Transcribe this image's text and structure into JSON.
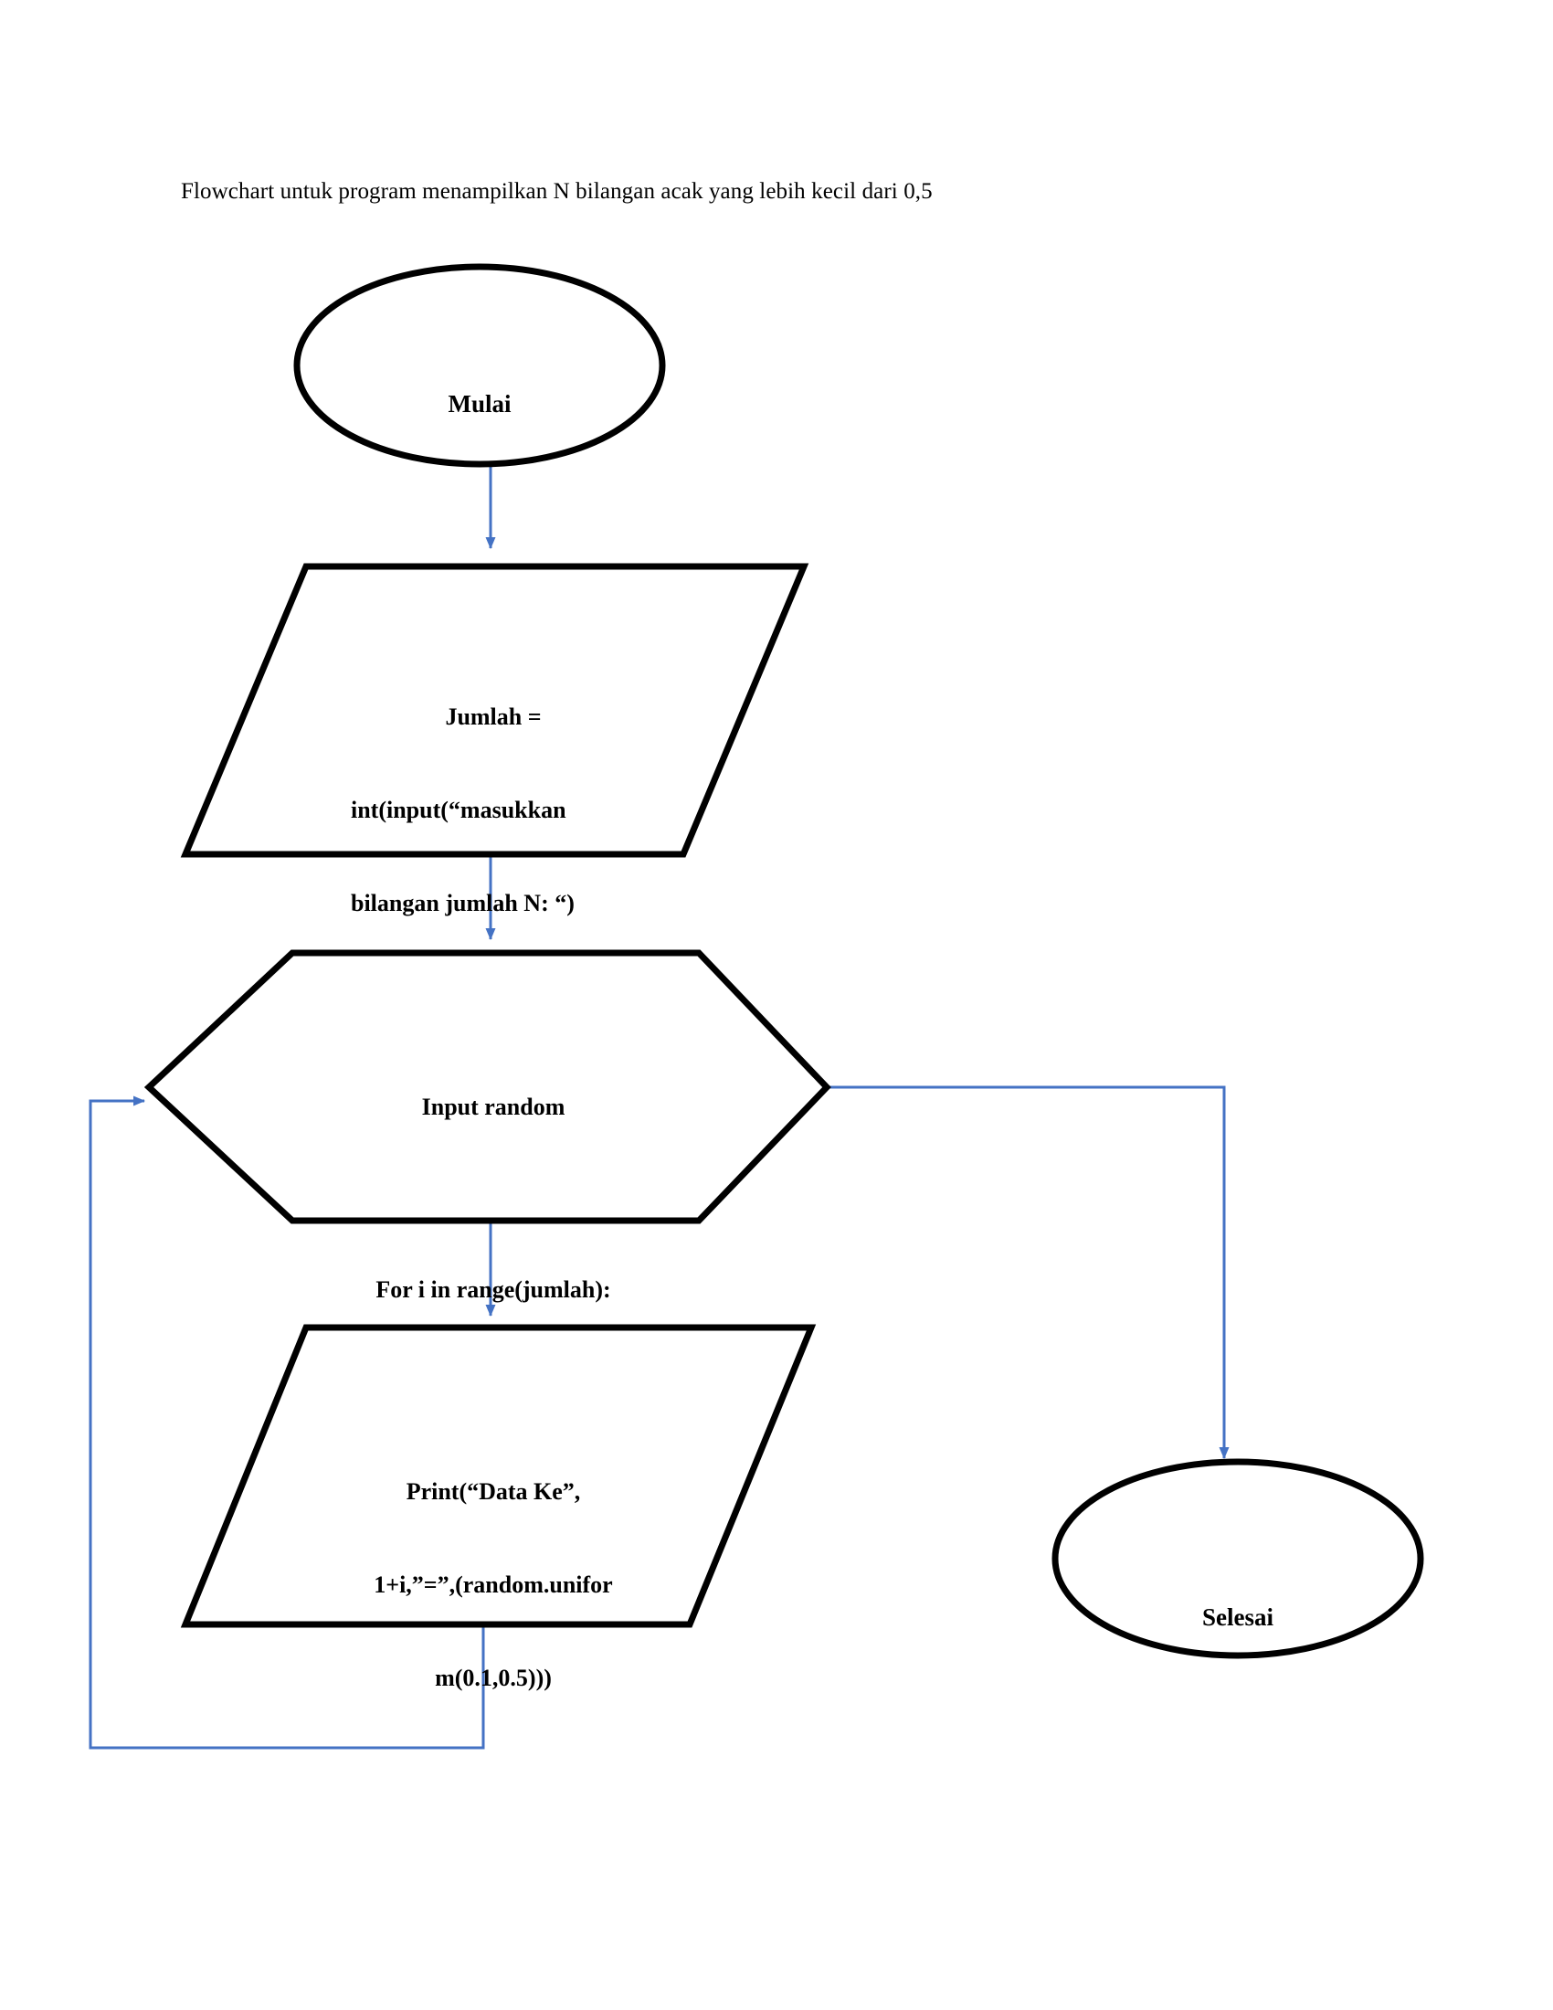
{
  "document": {
    "title": "Flowchart untuk program menampilkan N bilangan acak yang lebih kecil dari 0,5"
  },
  "colors": {
    "shape_stroke": "#000000",
    "connector": "#4472C4",
    "background": "#FFFFFF",
    "text": "#000000"
  },
  "nodes": {
    "start": {
      "shape": "ellipse",
      "label": "Mulai"
    },
    "input_jumlah": {
      "shape": "parallelogram",
      "line1": "Jumlah =",
      "line2": "int(input(“masukkan",
      "line3": "bilangan jumlah N: “)"
    },
    "loop_hexagon": {
      "shape": "hexagon",
      "line1": "Input random",
      "line2": "For i in range(jumlah):"
    },
    "print_output": {
      "shape": "parallelogram",
      "line1": "Print(“Data Ke”,",
      "line2": "1+i,”=”,(random.unifor",
      "line3": "m(0.1,0.5)))"
    },
    "end": {
      "shape": "ellipse",
      "label": "Selesai"
    }
  },
  "connectors": [
    {
      "name": "start-to-input",
      "from": "start",
      "to": "input_jumlah",
      "direction": "down",
      "arrow": true
    },
    {
      "name": "input-to-hexagon",
      "from": "input_jumlah",
      "to": "loop_hexagon",
      "direction": "down",
      "arrow": true
    },
    {
      "name": "hexagon-to-print",
      "from": "loop_hexagon",
      "to": "print_output",
      "direction": "down",
      "arrow": true
    },
    {
      "name": "hexagon-to-end",
      "from": "loop_hexagon",
      "to": "end",
      "direction": "right-then-down",
      "arrow": true
    },
    {
      "name": "print-loopback",
      "from": "print_output",
      "to": "loop_hexagon",
      "direction": "down-left-up-right",
      "arrow": true
    }
  ],
  "chart_data": {
    "type": "diagram",
    "diagram_type": "flowchart",
    "title": "Flowchart untuk program menampilkan N bilangan acak yang lebih kecil dari 0,5",
    "nodes": [
      {
        "id": "start",
        "shape": "ellipse",
        "text": "Mulai"
      },
      {
        "id": "input_jumlah",
        "shape": "parallelogram",
        "text": "Jumlah = int(input(“masukkan bilangan jumlah N: “)"
      },
      {
        "id": "loop_hexagon",
        "shape": "hexagon",
        "text": "Input random For i in range(jumlah):"
      },
      {
        "id": "print_output",
        "shape": "parallelogram",
        "text": "Print(“Data Ke”, 1+i,”=”,(random.uniform(0.1,0.5)))"
      },
      {
        "id": "end",
        "shape": "ellipse",
        "text": "Selesai"
      }
    ],
    "edges": [
      {
        "from": "start",
        "to": "input_jumlah"
      },
      {
        "from": "input_jumlah",
        "to": "loop_hexagon"
      },
      {
        "from": "loop_hexagon",
        "to": "print_output"
      },
      {
        "from": "loop_hexagon",
        "to": "end"
      },
      {
        "from": "print_output",
        "to": "loop_hexagon"
      }
    ]
  }
}
